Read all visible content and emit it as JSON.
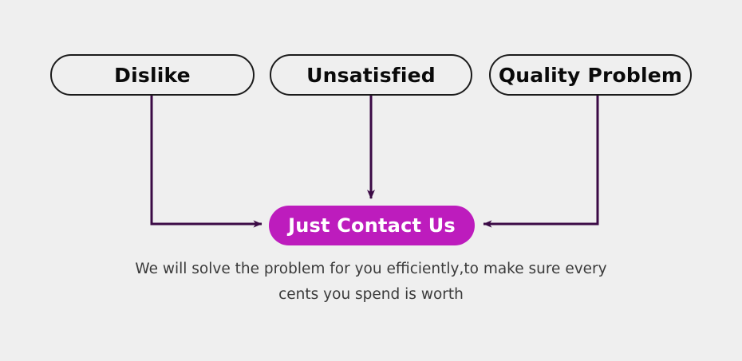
{
  "diagram": {
    "type": "flow-diagram",
    "background_color": "#efefef",
    "connector_color": "#3b0a45",
    "accent_color": "#bd1cbd",
    "node_border_color": "#1b1b1b",
    "node_text_color": "#0a0a0a",
    "caption_text_color": "#3a3a3a",
    "sources": [
      {
        "id": "dislike",
        "label": "Dislike"
      },
      {
        "id": "unsatisfied",
        "label": "Unsatisfied"
      },
      {
        "id": "quality-problem",
        "label": "Quality Problem"
      }
    ],
    "target": {
      "id": "just-contact-us",
      "label": "Just Contact Us"
    },
    "connectors": [
      {
        "from": "dislike",
        "to": "just-contact-us",
        "shape": "down-then-right",
        "arrow": "right"
      },
      {
        "from": "unsatisfied",
        "to": "just-contact-us",
        "shape": "straight-down",
        "arrow": "down"
      },
      {
        "from": "quality-problem",
        "to": "just-contact-us",
        "shape": "down-then-left",
        "arrow": "left"
      }
    ],
    "caption": {
      "line1": "We will solve the problem for you efficiently,to make sure every",
      "line2": "cents you spend is worth"
    }
  }
}
